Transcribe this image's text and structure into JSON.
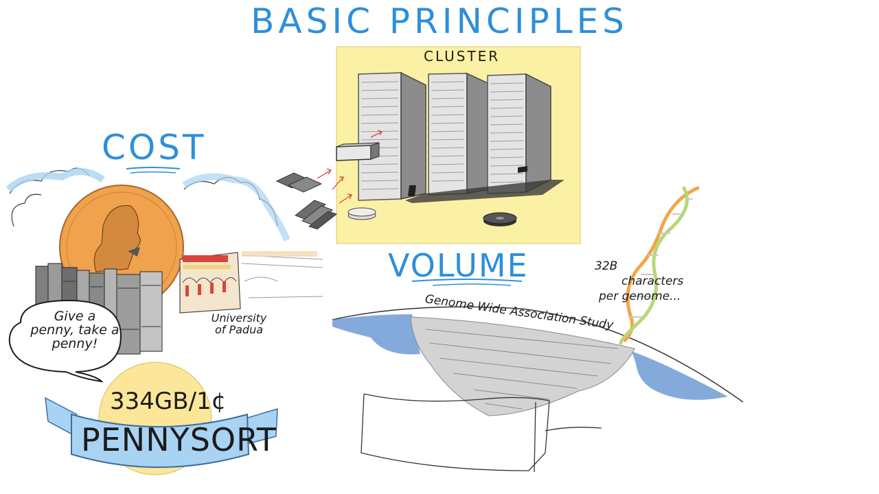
{
  "title": "BASIC PRINCIPLES",
  "cluster": {
    "label": "CLUSTER"
  },
  "cost": {
    "heading": "COST",
    "location_label": "University of Padua",
    "bubble_text": "Give a penny, take a penny!",
    "price": "334GB/1¢",
    "banner": "PENNYSORT"
  },
  "volume": {
    "heading": "VOLUME",
    "study_label": "Genome Wide Association Study",
    "genome_size_line1": "32B",
    "genome_size_line2": "characters",
    "genome_size_line3": "per genome..."
  },
  "colors": {
    "heading_blue": "#2e8fd8",
    "cluster_panel": "#fbf1a4",
    "penny": "#f0a24c",
    "sun": "#fbe69a",
    "banner": "#a9d3f2",
    "ocean": "#6f9bd6",
    "dna_orange": "#f2a64a",
    "dna_green": "#b7d77a"
  }
}
